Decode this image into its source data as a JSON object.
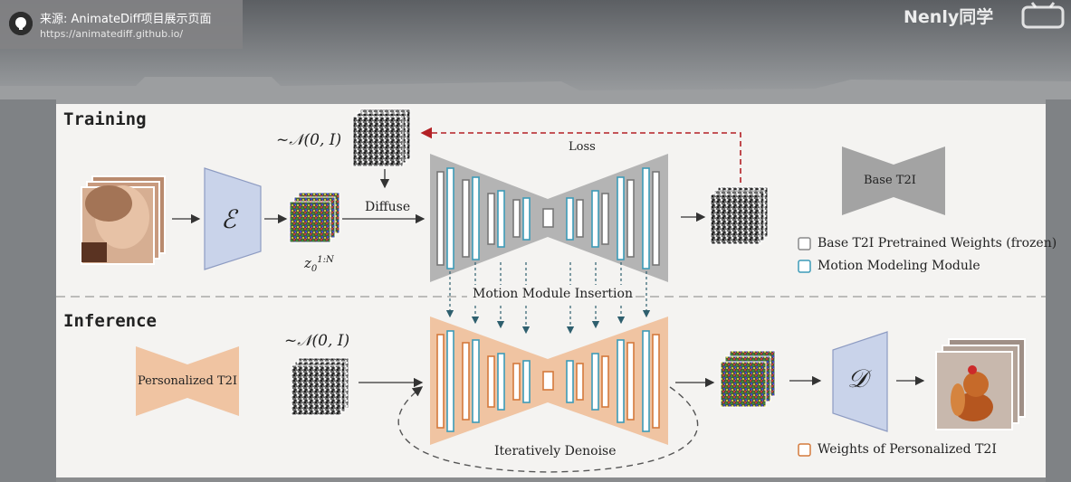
{
  "source_card": {
    "title": "来源: AnimateDiff项目展示页面",
    "url": "https://animatediff.github.io/",
    "icon": "github-icon"
  },
  "watermark": {
    "name": "Nenly同学",
    "logo": "bilibili-logo"
  },
  "training": {
    "title": "Training",
    "noise_dist": "~𝒩(0, I)",
    "encoder": "ℰ",
    "latent_label": "z",
    "latent_sub": "0",
    "latent_sup": "1:N",
    "diffuse": "Diffuse",
    "loss": "Loss"
  },
  "inference": {
    "title": "Inference",
    "noise_dist": "~𝒩(0, I)",
    "personalized": "Personalized T2I",
    "decoder": "𝒟",
    "denoise": "Iteratively Denoise"
  },
  "motion_insertion": "Motion Module Insertion",
  "base_t2i": "Base T2I",
  "legend": [
    {
      "label": "Base T2I Pretrained Weights (frozen)",
      "color": "#8a8a8a"
    },
    {
      "label": "Motion Modeling Module",
      "color": "#3d9bb8"
    },
    {
      "label": "Weights of Personalized T2I",
      "color": "#d47a3c"
    }
  ],
  "colors": {
    "loss_arrow": "#b32025",
    "encoder_fill": "#c9d3ea",
    "personal_fill": "#f0c4a2",
    "unet_gray": "#b4b4b4",
    "motion_blue": "#3d9bb8",
    "personal_orange": "#d47a3c"
  }
}
